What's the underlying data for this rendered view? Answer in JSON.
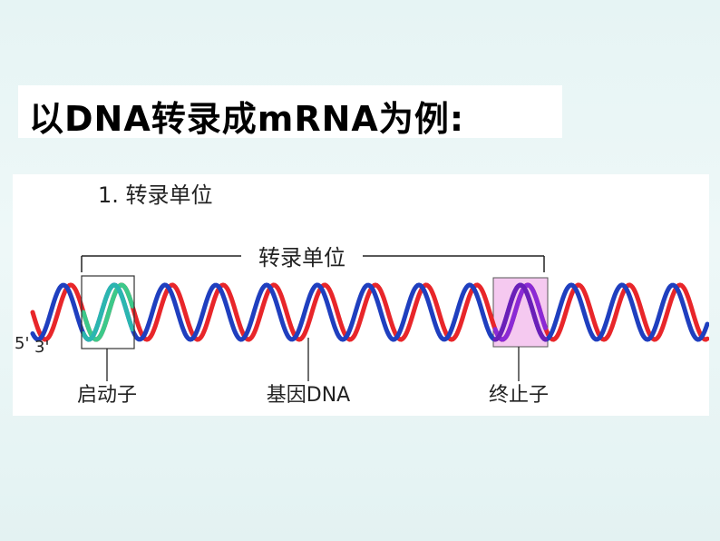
{
  "title": "以DNA转录成mRNA为例:",
  "diagram": {
    "heading": "1. 转录单位",
    "span_label": "转录单位",
    "end_5": "5'",
    "end_3": "3'",
    "labels": {
      "promoter": "启动子",
      "gene_dna": "基因DNA",
      "terminator": "终止子"
    },
    "colors": {
      "strand_a": "#e8262a",
      "strand_b": "#1f3fbf",
      "promoter_strand_a": "#3cc98a",
      "promoter_strand_b": "#2bb6b0",
      "terminator_strand_a": "#8a2ad6",
      "terminator_strand_b": "#6a1fb8",
      "terminator_box": "#f5c9f0"
    }
  }
}
